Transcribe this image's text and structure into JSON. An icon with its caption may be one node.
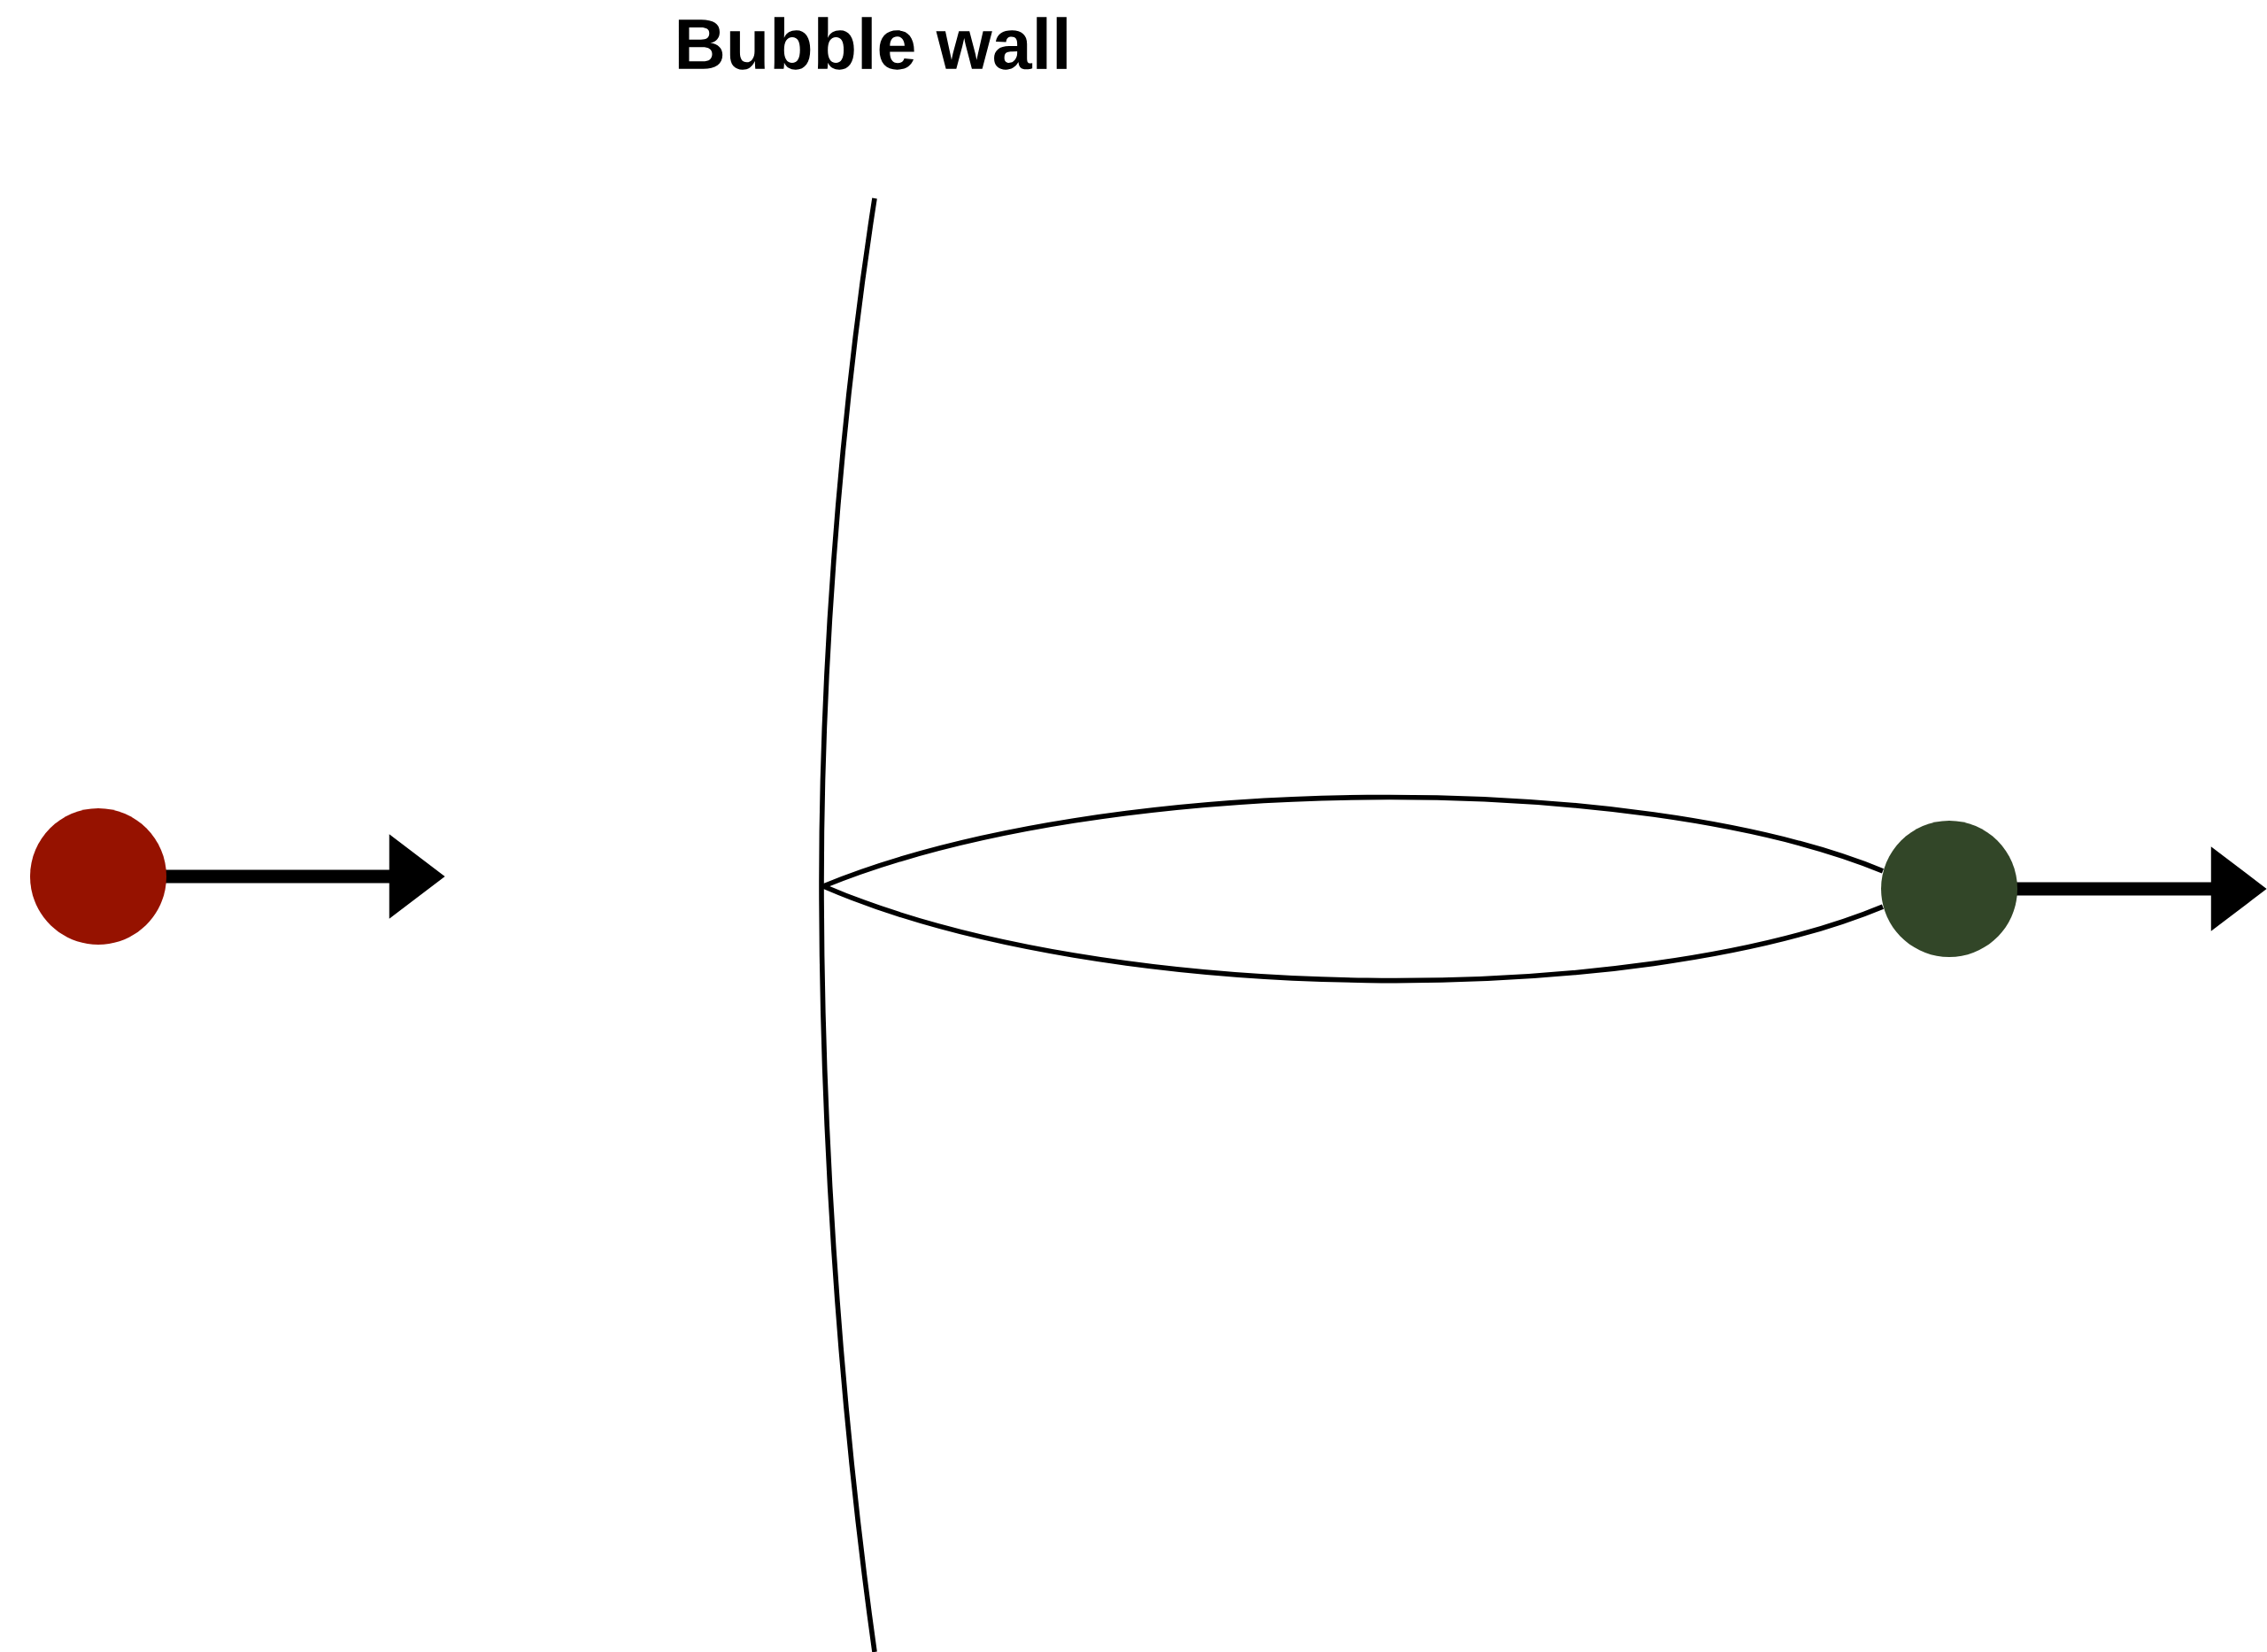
{
  "diagram": {
    "nodes": [
      {
        "text": [],
        "shape": "circle"
      },
      {
        "text": [
          "Bubble wall"
        ]
      },
      {
        "text": [],
        "shape": "circle"
      }
    ],
    "edges": [
      {
        "from": 1,
        "to": 2,
        "arrow": "none"
      },
      {
        "from": 1,
        "to": 2,
        "arrow": "none"
      }
    ]
  }
}
